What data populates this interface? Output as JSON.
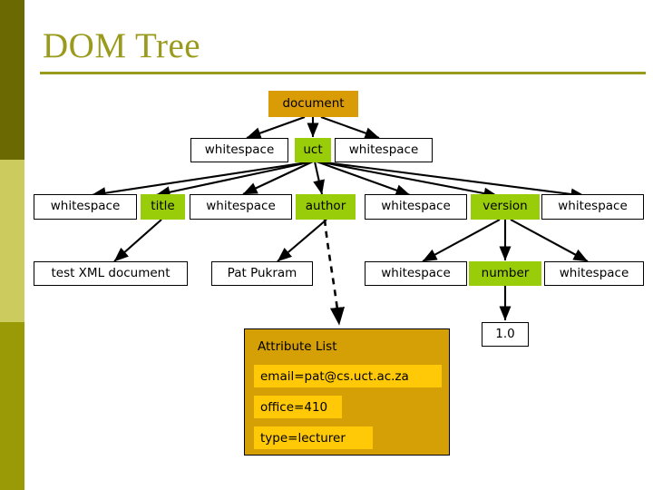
{
  "slide": {
    "title": "DOM Tree",
    "colors": {
      "title_text": "#9a9a1c",
      "bar_top": "#6b6a02",
      "bar_mid": "#cbcb5e",
      "bar_bottom": "#9a9a06",
      "node_element": "#9acd09",
      "node_document": "#d99b06",
      "attribute_panel": "#d4a006",
      "attribute_chip": "#ffc907",
      "node_text_plain": "#ffffff"
    }
  },
  "tree": {
    "root": {
      "label": "document",
      "type": "document"
    },
    "level2": [
      {
        "label": "whitespace",
        "type": "text"
      },
      {
        "label": "uct",
        "type": "element"
      },
      {
        "label": "whitespace",
        "type": "text"
      }
    ],
    "level3": [
      {
        "label": "whitespace",
        "type": "text"
      },
      {
        "label": "title",
        "type": "element"
      },
      {
        "label": "whitespace",
        "type": "text"
      },
      {
        "label": "author",
        "type": "element"
      },
      {
        "label": "whitespace",
        "type": "text"
      },
      {
        "label": "version",
        "type": "element"
      },
      {
        "label": "whitespace",
        "type": "text"
      }
    ],
    "level4": [
      {
        "label": "test XML document",
        "type": "text"
      },
      {
        "label": "Pat Pukram",
        "type": "text"
      },
      {
        "label": "whitespace",
        "type": "text"
      },
      {
        "label": "number",
        "type": "element"
      },
      {
        "label": "whitespace",
        "type": "text"
      }
    ],
    "level5": [
      {
        "label": "1.0",
        "type": "text"
      }
    ]
  },
  "attribute_list": {
    "title": "Attribute List",
    "items": [
      "email=pat@cs.uct.ac.za",
      "office=410",
      "type=lecturer"
    ]
  }
}
